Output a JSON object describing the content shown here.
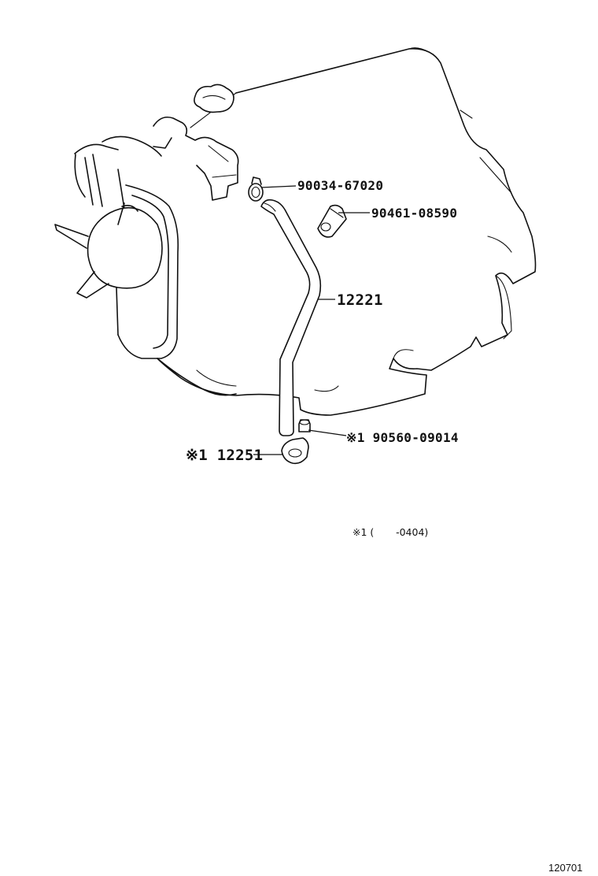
{
  "labels": {
    "clamp": "90034-67020",
    "clip": "90461-08590",
    "hose": "12221",
    "grommet": "※1 90560-09014",
    "bracket": "※1 12251"
  },
  "footnote": "※1 (       -0404)",
  "diagram_code": "120701"
}
